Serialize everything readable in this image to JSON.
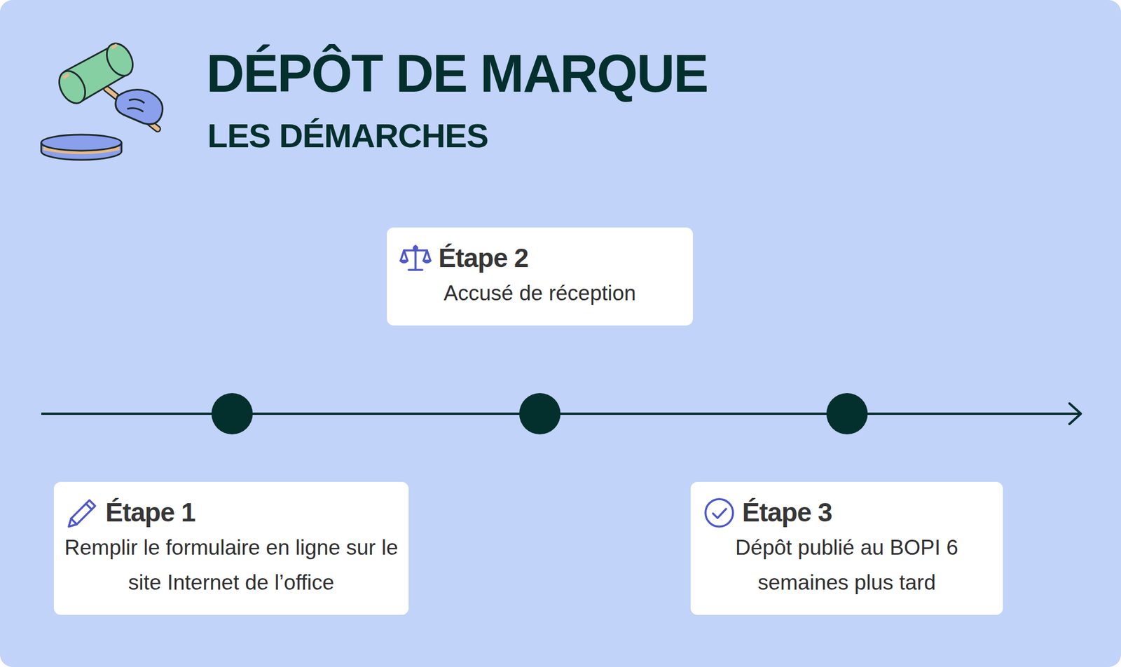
{
  "diagram": {
    "title": "DÉPÔT DE MARQUE",
    "nodes": [
      {
        "text": [
          "Étape 2",
          "Accusé de réception"
        ]
      },
      {
        "text": [
          "Étape 1",
          "Remplir le formulaire en ligne sur le site Internet de l’office"
        ]
      },
      {
        "text": [
          "Étape 3",
          "Dépôt publié au BOPI 6 semaines plus tard"
        ]
      }
    ],
    "labels": [
      "LES DÉMARCHES"
    ]
  }
}
